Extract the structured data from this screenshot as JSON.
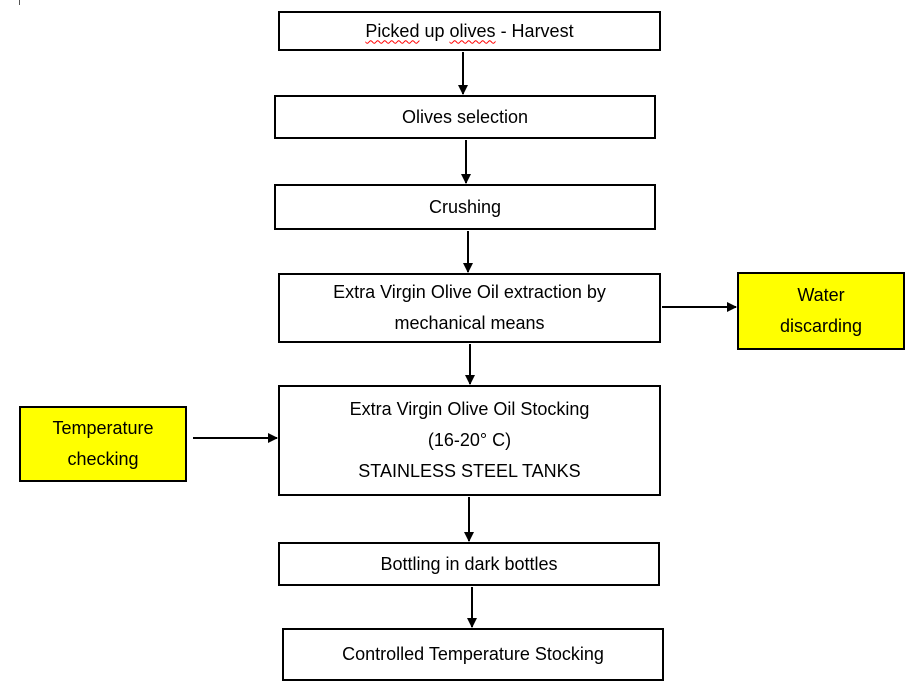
{
  "diagram": {
    "step1": {
      "word1": "Picked",
      "word2": "up",
      "word3": "olives",
      "word4": "- Harvest"
    },
    "step2": {
      "label": "Olives selection"
    },
    "step3": {
      "label": "Crushing"
    },
    "step4": {
      "line1": "Extra Virgin Olive Oil extraction by",
      "line2": "mechanical means"
    },
    "step5": {
      "line1": "Extra Virgin Olive Oil Stocking",
      "line2": "(16-20° C)",
      "line3": "STAINLESS STEEL TANKS"
    },
    "step6": {
      "label": "Bottling in dark bottles"
    },
    "step7": {
      "label": "Controlled Temperature Stocking"
    },
    "side_water": {
      "line1": "Water",
      "line2": "discarding"
    },
    "side_temperature": {
      "line1": "Temperature",
      "line2": "checking"
    }
  },
  "colors": {
    "highlight": "#ffff00",
    "spellcheck_underline": "#ff0000",
    "stroke": "#000000"
  }
}
